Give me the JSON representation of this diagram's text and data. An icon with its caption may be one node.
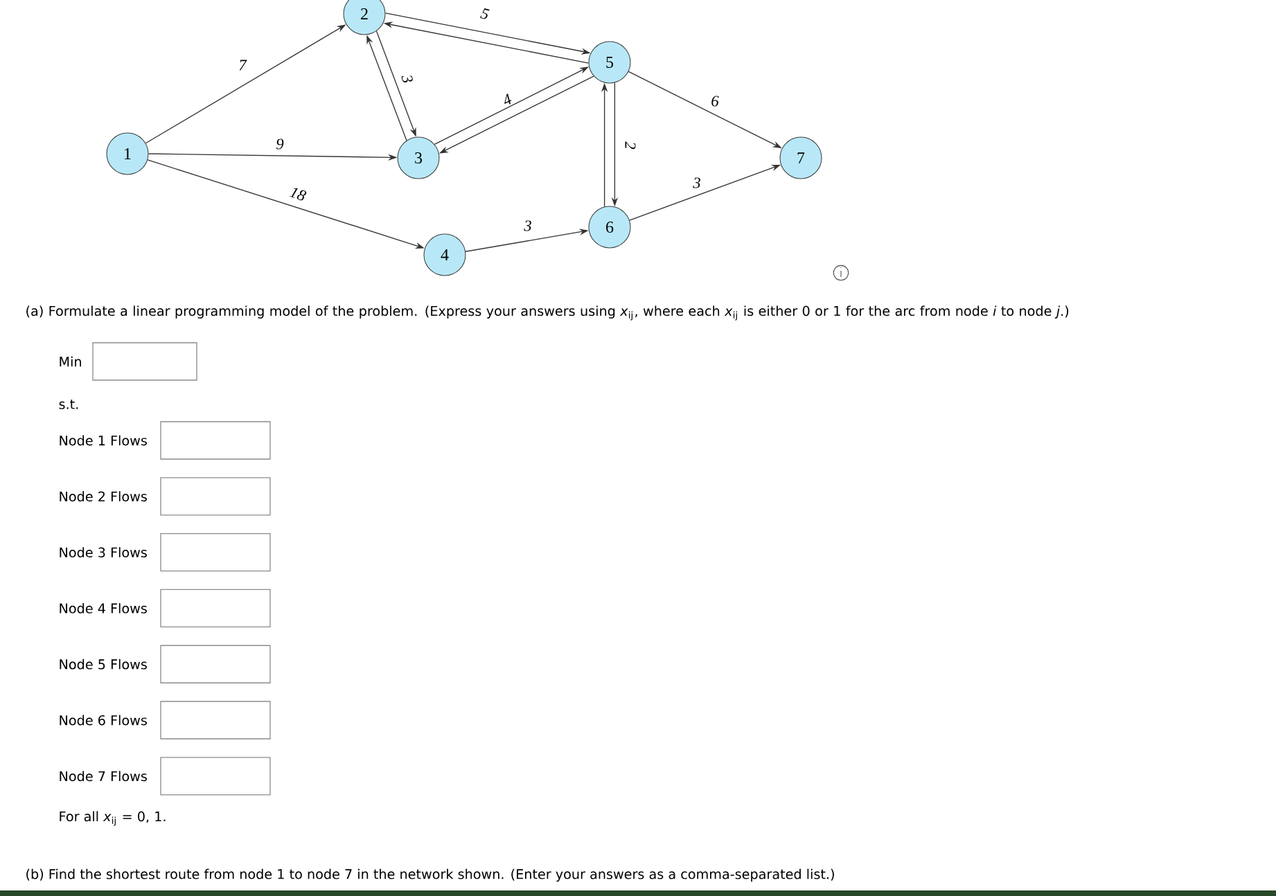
{
  "diagram": {
    "nodes": [
      {
        "text": [
          "1"
        ]
      },
      {
        "text": [
          "2"
        ]
      },
      {
        "text": [
          "3"
        ]
      },
      {
        "text": [
          "4"
        ]
      },
      {
        "text": [
          "5"
        ]
      },
      {
        "text": [
          "6"
        ]
      },
      {
        "text": [
          "7"
        ]
      }
    ],
    "edges": [
      {
        "from": 0,
        "to": 1,
        "arrow": "to",
        "label": "7"
      },
      {
        "from": 0,
        "to": 2,
        "arrow": "to",
        "label": "9"
      },
      {
        "from": 0,
        "to": 3,
        "arrow": "to",
        "label": "18"
      },
      {
        "from": 1,
        "to": 4,
        "arrow": "to",
        "label": "5"
      },
      {
        "from": 4,
        "to": 1,
        "arrow": "to"
      },
      {
        "from": 1,
        "to": 2,
        "arrow": "to",
        "label": "3"
      },
      {
        "from": 2,
        "to": 1,
        "arrow": "to"
      },
      {
        "from": 2,
        "to": 4,
        "arrow": "to",
        "label": "4"
      },
      {
        "from": 4,
        "to": 2,
        "arrow": "to"
      },
      {
        "from": 4,
        "to": 6,
        "arrow": "to",
        "label": "6"
      },
      {
        "from": 4,
        "to": 5,
        "arrow": "to",
        "label": "2"
      },
      {
        "from": 5,
        "to": 4,
        "arrow": "to"
      },
      {
        "from": 3,
        "to": 5,
        "arrow": "to",
        "label": "3"
      },
      {
        "from": 5,
        "to": 6,
        "arrow": "to",
        "label": "3"
      }
    ],
    "labels": [
      "(a) Formulate a linear programming model of the problem. (Express your answers using *x*$_{ij}$, where each *x*$_{ij}$ is either 0 or 1 for the arc from node *i* to node *j*.)",
      "Min",
      "s.t.",
      "Node 1 Flows",
      "Node 2 Flows",
      "Node 3 Flows",
      "Node 4 Flows",
      "Node 5 Flows",
      "Node 6 Flows",
      "Node 7 Flows",
      "For all *x*$_{ij}$ = 0, 1.",
      "(b) Find the shortest route from node 1 to node 7 in the network shown. (Enter your answers as a comma-separated list.)"
    ]
  }
}
